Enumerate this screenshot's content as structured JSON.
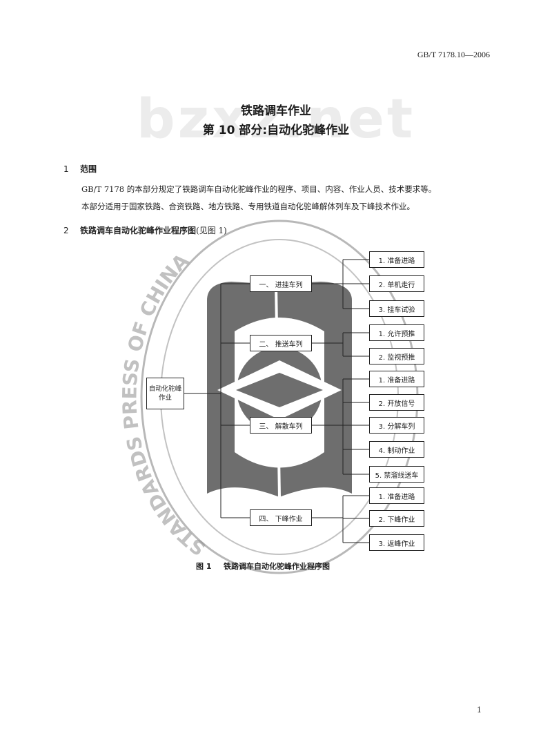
{
  "header": {
    "standard_code": "GB/T 7178.10—2006"
  },
  "watermark": "bzxz.net",
  "title": {
    "line1": "铁路调车作业",
    "line2": "第 10 部分:自动化驼峰作业"
  },
  "section1": {
    "number": "1",
    "heading": "范围",
    "paragraphs": [
      "GB/T 7178 的本部分规定了铁路调车自动化驼峰作业的程序、项目、内容、作业人员、技术要求等。",
      "本部分适用于国家铁路、合资铁路、地方铁路、专用铁道自动化驼峰解体列车及下峰技术作业。"
    ]
  },
  "section2": {
    "number": "2",
    "heading": "铁路调车自动化驼峰作业程序图",
    "ref": "(见图 1)"
  },
  "diagram": {
    "root": "自动化驼峰作业",
    "stages": [
      {
        "label": "一、 进挂车列",
        "steps": [
          "1. 准备进路",
          "2. 单机走行",
          "3. 挂车试验"
        ]
      },
      {
        "label": "二、 推送车列",
        "steps": [
          "1. 允许预推",
          "2. 监视预推"
        ]
      },
      {
        "label": "三、 解散车列",
        "steps": [
          "1. 准备进路",
          "2. 开放信号",
          "3. 分解车列",
          "4. 制动作业",
          "5. 禁溜线送车"
        ]
      },
      {
        "label": "四、 下峰作业",
        "steps": [
          "1. 准备进路",
          "2. 下峰作业",
          "3. 返峰作业"
        ]
      }
    ]
  },
  "stamp": "STANDARDS PRESS OF CHINA",
  "figure": {
    "number": "图 1",
    "caption": "铁路调车自动化驼峰作业程序图"
  },
  "page_number": "1"
}
